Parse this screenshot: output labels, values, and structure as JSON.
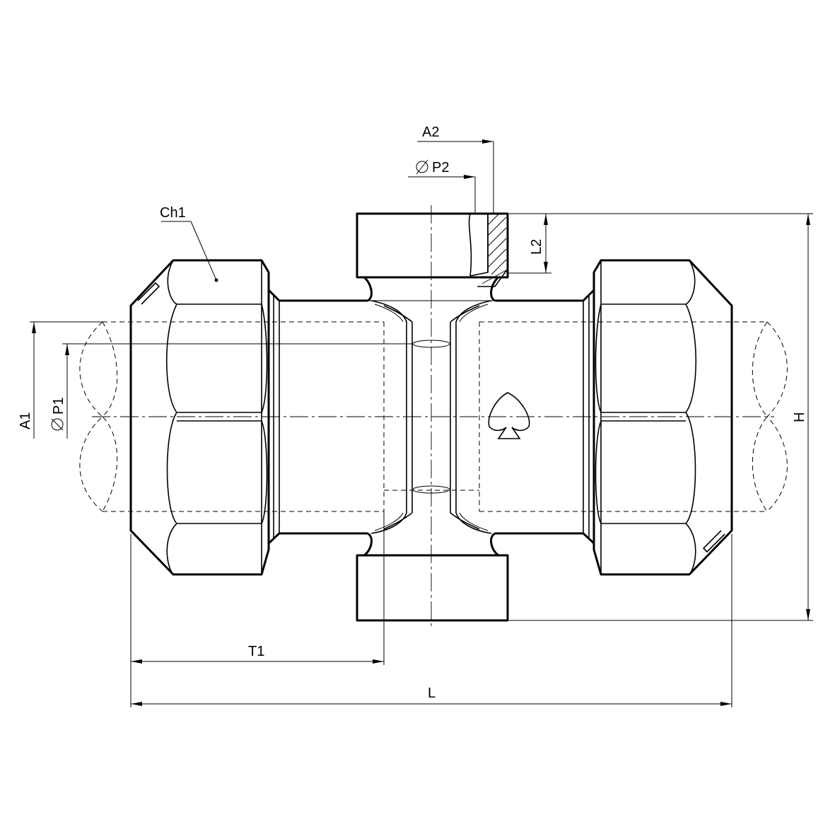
{
  "labels": {
    "ch1": "Ch1",
    "a2": "A2",
    "p2": "P2",
    "l2": "L2",
    "a1": "A1",
    "p1": "P1",
    "h": "H",
    "t1": "T1",
    "l": "L"
  },
  "icons": {
    "diameter_symbol": "diameter-icon",
    "logo": "spade-logo-icon"
  }
}
